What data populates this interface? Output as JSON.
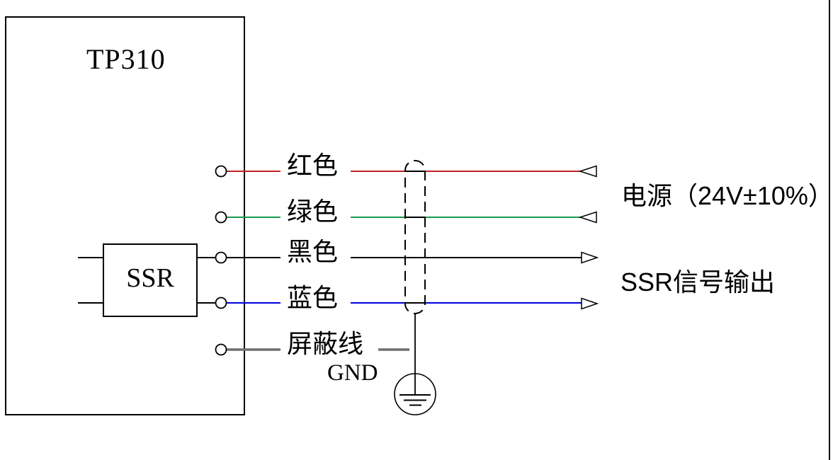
{
  "diagram": {
    "device_title": "TP310",
    "ssr_block_label": "SSR",
    "gnd_label": "GND",
    "power_label": "电源（24V±10%）",
    "output_label": "SSR信号输出",
    "wires": [
      {
        "label": "红色",
        "color": "#c22222",
        "direction": "input"
      },
      {
        "label": "绿色",
        "color": "#18994f",
        "direction": "input"
      },
      {
        "label": "黑色",
        "color": "#000000",
        "direction": "output"
      },
      {
        "label": "蓝色",
        "color": "#0000dd",
        "direction": "output"
      },
      {
        "label": "屏蔽线",
        "color": "#6e6e6e",
        "direction": "ground"
      }
    ],
    "colors": {
      "line": "#000000",
      "shield_gray": "#6e6e6e",
      "background": "#ffffff"
    }
  }
}
